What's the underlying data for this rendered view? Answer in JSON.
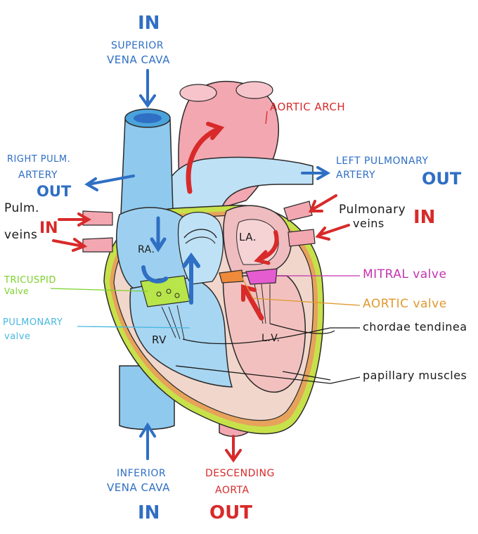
{
  "colors": {
    "blue": "#2f6fc4",
    "red": "#d82a2a",
    "green": "#7bd12a",
    "cyan": "#49b8e0",
    "magenta": "#c533b0",
    "orange": "#e0992e",
    "black": "#1a1a1a",
    "pink": "#f3a7b1",
    "lightblue": "#8fc9ee"
  },
  "labels": {
    "superior_in": "IN",
    "superior_vena_cava_1": "SUPERIOR",
    "superior_vena_cava_2": "VENA CAVA",
    "aortic_arch": "AORTIC ARCH",
    "right_pulm_artery_1": "RIGHT PULM.",
    "right_pulm_artery_2": "ARTERY",
    "right_pulm_out": "OUT",
    "left_pulm_artery_1": "LEFT PULMONARY",
    "left_pulm_artery_2": "ARTERY",
    "left_pulm_out": "OUT",
    "pulm_veins_left_1": "Pulm.",
    "pulm_veins_left_2": "veins",
    "pulm_veins_left_in": "IN",
    "pulm_veins_right_1": "Pulmonary",
    "pulm_veins_right_2": "veins",
    "pulm_veins_right_in": "IN",
    "ra": "RA.",
    "la": "LA.",
    "rv": "RV",
    "lv": "L.V.",
    "tricuspid_1": "TRICUSPID",
    "tricuspid_2": "Valve",
    "pulmonary_valve_1": "PULMONARY",
    "pulmonary_valve_2": "valve",
    "mitral_valve": "MITRAL valve",
    "aortic_valve": "AORTIC valve",
    "chordae": "chordae tendinea",
    "papillary": "papillary muscles",
    "inferior_1": "INFERIOR",
    "inferior_2": "VENA CAVA",
    "inferior_in": "IN",
    "descending_1": "DESCENDING",
    "descending_2": "AORTA",
    "descending_out": "OUT"
  }
}
